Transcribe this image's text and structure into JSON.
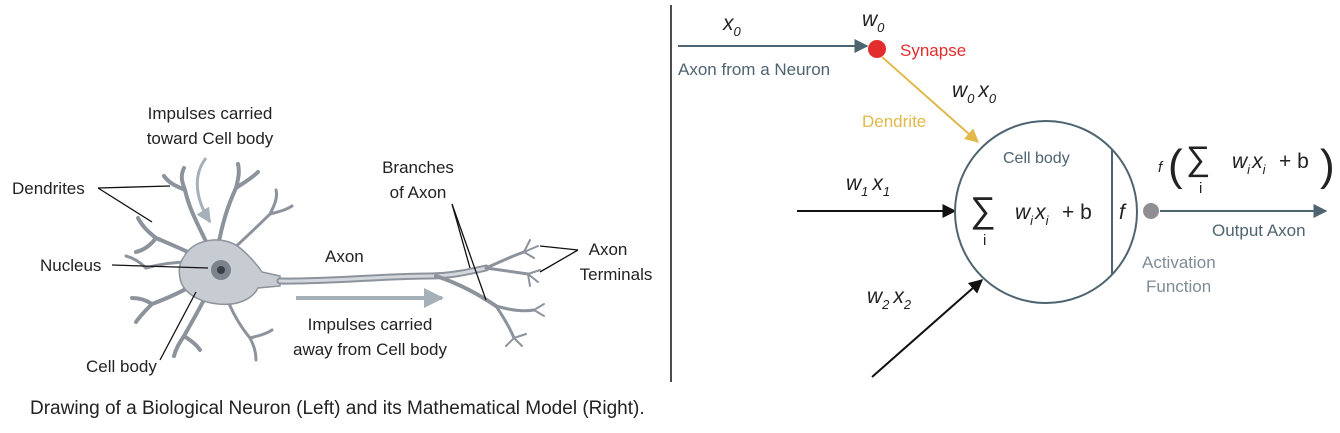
{
  "biological": {
    "impulses_toward_line1": "Impulses carried",
    "impulses_toward_line2": "toward Cell body",
    "dendrites": "Dendrites",
    "nucleus": "Nucleus",
    "cell_body": "Cell body",
    "axon": "Axon",
    "branches_line1": "Branches",
    "branches_line2": "of Axon",
    "terminals_line1": "Axon",
    "terminals_line2": "Terminals",
    "impulses_away_line1": "Impulses carried",
    "impulses_away_line2": "away from Cell body"
  },
  "model": {
    "x0": "x",
    "x0_sub": "0",
    "w0": "w",
    "w0_sub": "0",
    "synapse": "Synapse",
    "axon_from_neuron": "Axon from a Neuron",
    "w0x0_w": "w",
    "w0x0_wsub": "0",
    "w0x0_x": "x",
    "w0x0_xsub": "0",
    "dendrite": "Dendrite",
    "cell_body": "Cell body",
    "w1x1_w": "w",
    "w1x1_wsub": "1",
    "w1x1_x": "x",
    "w1x1_xsub": "1",
    "w2x2_w": "w",
    "w2x2_wsub": "2",
    "w2x2_x": "x",
    "w2x2_xsub": "2",
    "sum_symbol": "∑",
    "sum_index": "i",
    "sum_w": "w",
    "sum_wsub": "i",
    "sum_x": "x",
    "sum_xsub": "i",
    "sum_plus_b": "+  b",
    "f_inside": "f",
    "activation_line1": "Activation",
    "activation_line2": "Function",
    "output_f": "f",
    "output_paren_open": "(",
    "output_sum": "∑",
    "output_index": "i",
    "output_w": "w",
    "output_wsub": "i",
    "output_x": "x",
    "output_xsub": "i",
    "output_plus_b": "+ b",
    "output_paren_close": ")",
    "output_axon": "Output Axon"
  },
  "caption": "Drawing of a Biological Neuron (Left) and its Mathematical Model (Right).",
  "colors": {
    "synapse_red": "#e32d2d",
    "dendrite_gold": "#e0b94a",
    "axon_slate": "#4e6470",
    "activation_gray": "#8f8f93",
    "neuron_fill": "#c7ccd3",
    "neuron_outline": "#8d939c",
    "impulse_arrow": "#a6b0b8"
  }
}
